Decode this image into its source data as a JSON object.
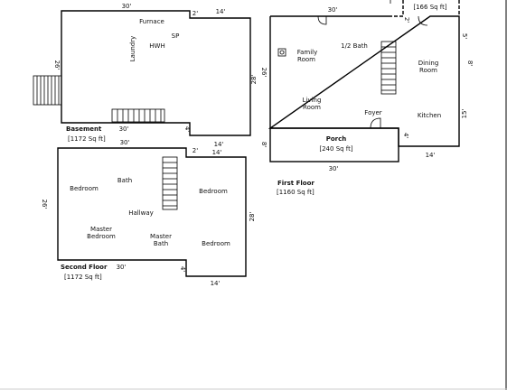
{
  "basement": {
    "title": "Basement",
    "sqft": "[1172 Sq ft]",
    "dims": {
      "top": "30'",
      "notch_w": "2'",
      "right_top": "14'",
      "left": "26'",
      "right": "28'",
      "bottom": "30'",
      "notch_d": "4'",
      "bottom_right": "14'"
    },
    "rooms": {
      "furnace": "Furnace",
      "sp": "SP",
      "hwh": "HWH",
      "laundry": "Laundry"
    }
  },
  "second_floor": {
    "title": "Second Floor",
    "sqft": "[1172 Sq ft]",
    "dims": {
      "top": "30'",
      "notch_w": "2'",
      "right_top": "14'",
      "left": "26'",
      "right": "28'",
      "bottom": "30'",
      "notch_d": "4'",
      "bottom_right": "14'"
    },
    "rooms": {
      "bath": "Bath",
      "bedroom_left": "Bedroom",
      "bedroom_right": "Bedroom",
      "hallway": "Hallway",
      "master_bedroom_1": "Master",
      "master_bedroom_2": "Bedroom",
      "master_bath_1": "Master",
      "master_bath_2": "Bath",
      "bedroom_bottom": "Bedroom"
    }
  },
  "first_floor": {
    "title": "First Floor",
    "sqft": "[1160 Sq ft]",
    "dims": {
      "top": "30'",
      "left": "26'",
      "right_top": "5'",
      "right_mid": "8'",
      "right": "15'",
      "bottom": "14'",
      "notch_d": "4'",
      "porch_h": "8'",
      "porch_w": "30'",
      "deck_notch": "2'"
    },
    "rooms": {
      "family_1": "Family",
      "family_2": "Room",
      "half_bath": "1/2 Bath",
      "dining_1": "Dining",
      "dining_2": "Room",
      "living_1": "Living",
      "living_2": "Room",
      "foyer": "Foyer",
      "kitchen": "Kitchen"
    },
    "porch": {
      "title": "Porch",
      "sqft": "[240 Sq ft]"
    },
    "deck": {
      "sqft": "[166 Sq ft]"
    }
  }
}
